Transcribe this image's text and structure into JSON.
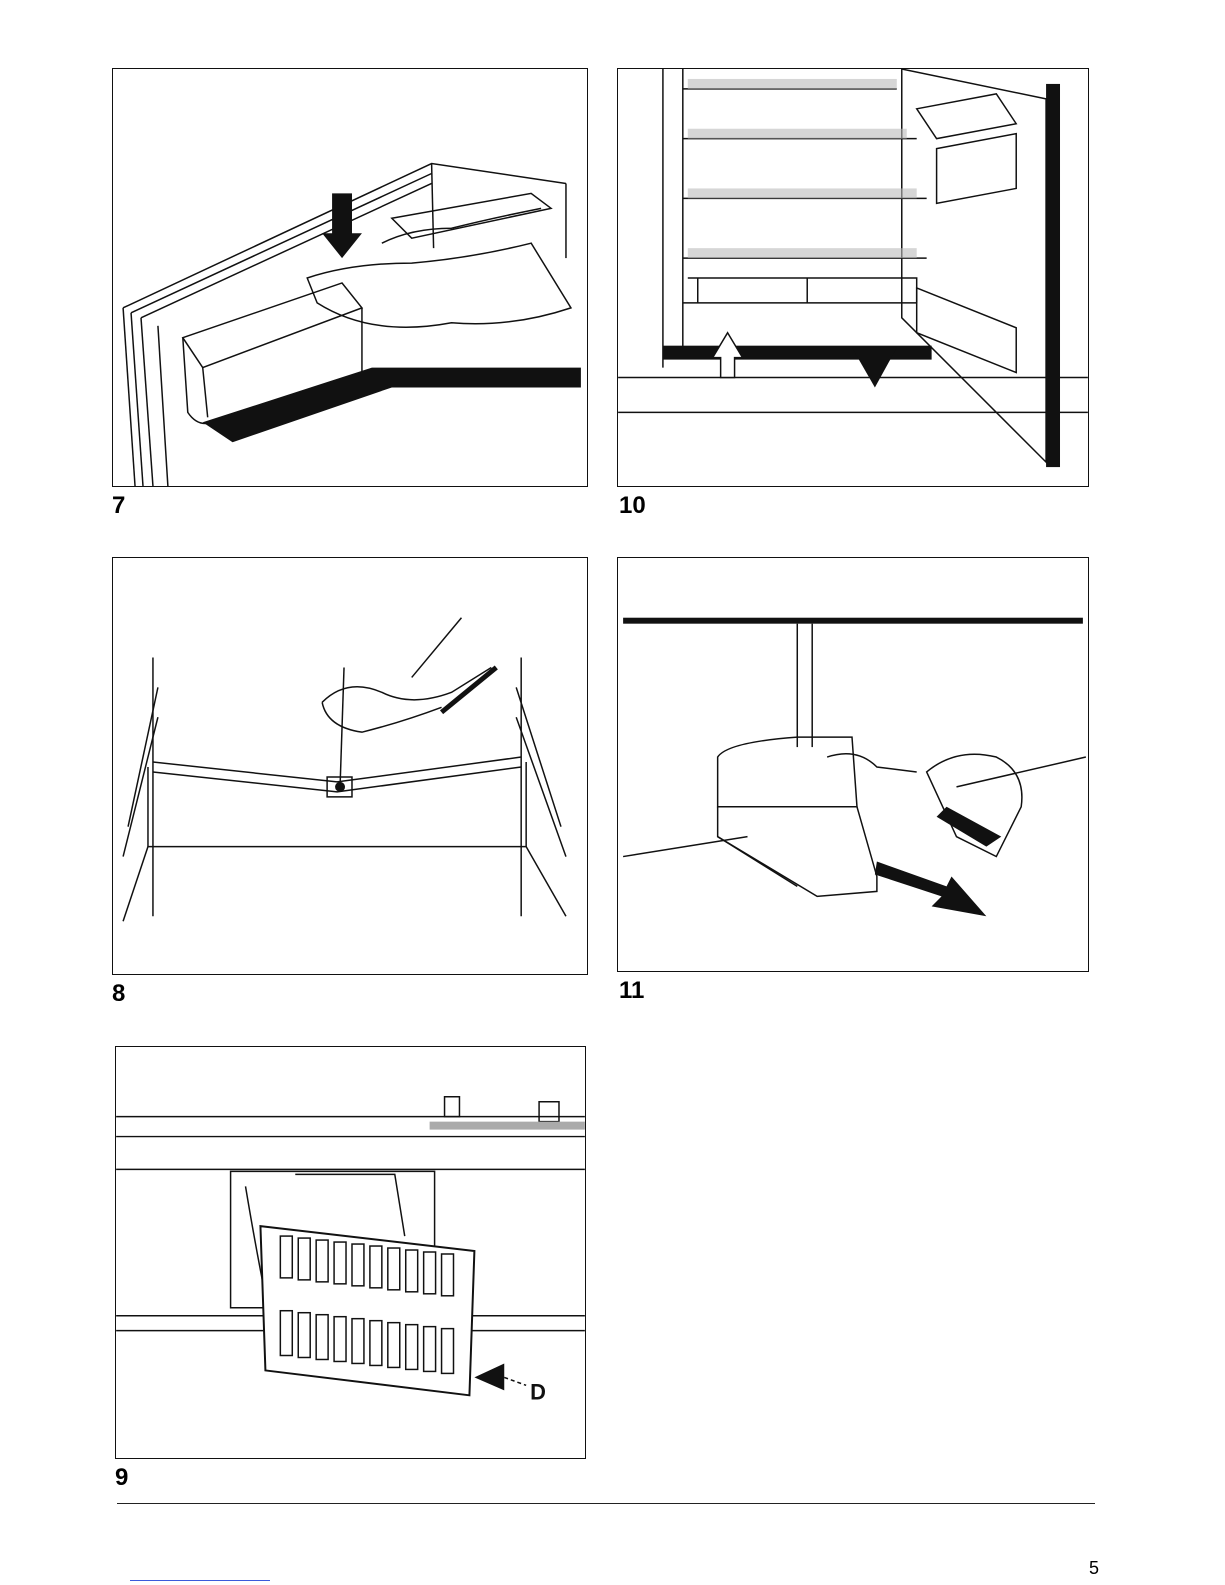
{
  "figures": [
    {
      "id": "7",
      "label": "7"
    },
    {
      "id": "10",
      "label": "10"
    },
    {
      "id": "8",
      "label": "8"
    },
    {
      "id": "11",
      "label": "11"
    },
    {
      "id": "9",
      "label": "9",
      "callout": "D"
    }
  ],
  "footer": {
    "page_number": "5"
  }
}
